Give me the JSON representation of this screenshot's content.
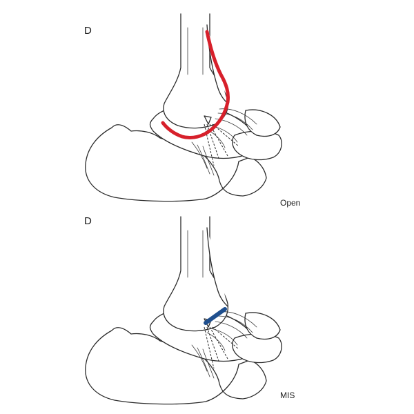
{
  "panels": [
    {
      "letter": "D",
      "caption": "Open",
      "incision": {
        "type": "open",
        "color": "#d7202b"
      }
    },
    {
      "letter": "D",
      "caption": "MIS",
      "incision": {
        "type": "mis",
        "color": "#1f4f8e"
      }
    }
  ]
}
